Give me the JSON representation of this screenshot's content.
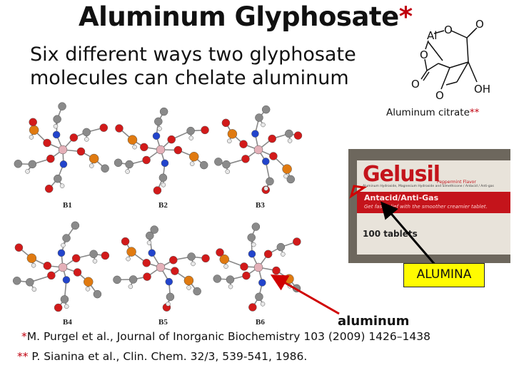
{
  "title": {
    "text": "Aluminum Glyphosate",
    "marker": "*"
  },
  "subtitle": {
    "line1": "Six different ways two glyphosate",
    "line2": "molecules can chelate aluminum"
  },
  "citrate": {
    "atoms": {
      "al": "Al",
      "o": "O",
      "oh": "OH"
    },
    "label": "Aluminum citrate",
    "marker": "**"
  },
  "structures": [
    "B1",
    "B2",
    "B3",
    "B4",
    "B5",
    "B6"
  ],
  "product": {
    "brand": "Gelusil",
    "flavor": "Peppermint Flavor",
    "ingredients": "Aluminum Hydroxide, Magnesium Hydroxide and Simethicone / Antacid / Anti-gas",
    "band": "Antacid/Anti-Gas",
    "tagline": "Get fast relief with the smoother creamier tablet.",
    "count": "100 tablets"
  },
  "callouts": {
    "alumina": "ALUMINA",
    "aluminum": "aluminum"
  },
  "references": [
    {
      "marker": "*",
      "text": "M. Purgel et al., Journal of Inorganic Biochemistry 103 (2009) 1426–1438"
    },
    {
      "marker": "**",
      "text": " P. Sianina et al., Clin. Chem. 32/3, 539-541, 1986."
    }
  ],
  "colors": {
    "accent_red": "#c0000e",
    "callout_yellow": "#fffb00",
    "arrow_black": "#000000",
    "arrow_red": "#d00000"
  }
}
